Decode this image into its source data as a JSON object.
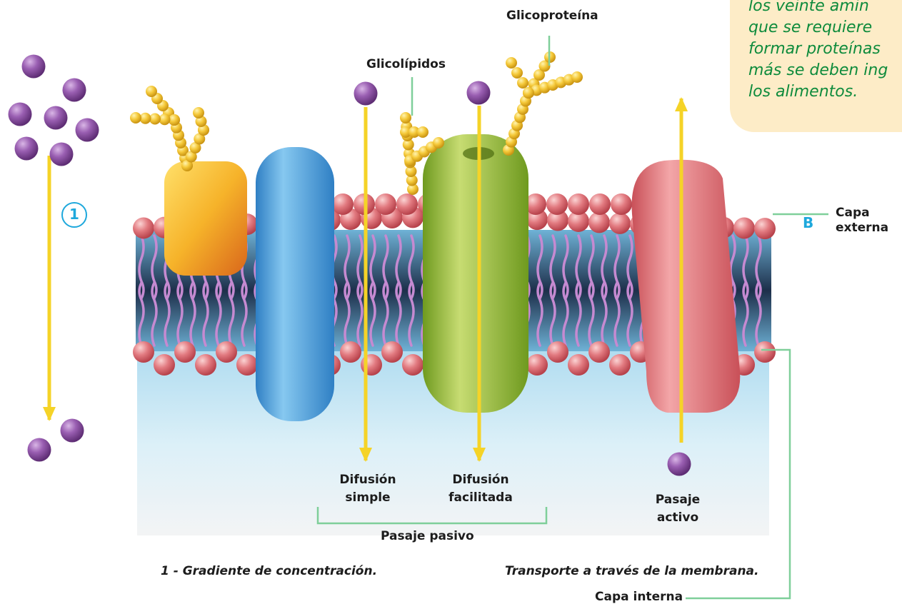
{
  "note": {
    "lines": [
      "los veinte amin",
      "que se requiere",
      "formar proteínas",
      "más se deben ing",
      "los alimentos."
    ]
  },
  "labels": {
    "glicoproteina": "Glicoproteína",
    "glicolipidos": "Glicolípidos",
    "difusion_simple_1": "Difusión",
    "difusion_simple_2": "simple",
    "difusion_facilitada_1": "Difusión",
    "difusion_facilitada_2": "facilitada",
    "pasaje_activo_1": "Pasaje",
    "pasaje_activo_2": "activo",
    "pasaje_pasivo": "Pasaje pasivo",
    "capa_externa_1": "Capa",
    "capa_externa_2": "externa",
    "capa_interna": "Capa interna",
    "marker_b": "B",
    "marker_1": "1"
  },
  "captions": {
    "gradiente": "1 - Gradiente de concentración.",
    "transporte": "Transporte a través de la membrana."
  },
  "colors": {
    "arrow": "#f5d327",
    "molecule": "#8a4fa0",
    "phospholipid_head": "#e0747a",
    "label_line": "#7fcf9a",
    "accent_blue": "#1ea8dc",
    "note_text": "#0e8b3c",
    "note_bg": "#fdecc7",
    "protein_yellow": "#f6b32a",
    "protein_blue": "#4aa3df",
    "protein_green": "#9cbf3b",
    "protein_red": "#e0787e"
  }
}
